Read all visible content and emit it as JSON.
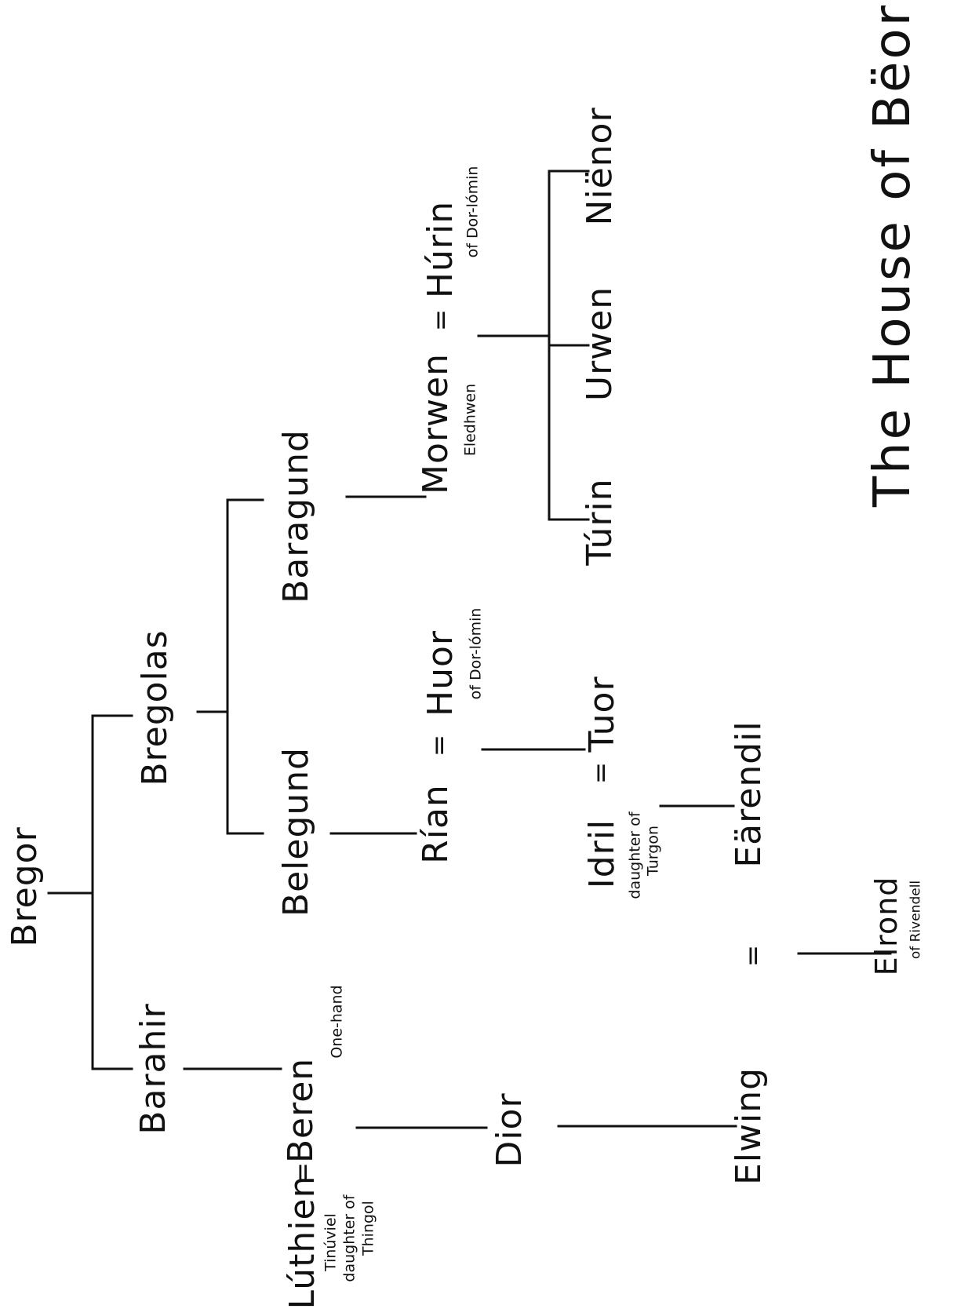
{
  "title": "The House of Bëor",
  "people": {
    "bregor": "Bregor",
    "barahir": "Barahir",
    "bregolas": "Bregolas",
    "belegund": "Belegund",
    "baragund": "Baragund",
    "luthien": "Lúthien",
    "luthien_note_1": "Tinúviel",
    "luthien_note_2": "daughter of",
    "luthien_note_3": "Thingol",
    "beren": "Beren",
    "beren_note": "One-hand",
    "dior": "Dior",
    "elwing": "Elwing",
    "rian": "Rían",
    "huor": "Huor",
    "huor_note": "of Dor-lómin",
    "morwen": "Morwen",
    "morwen_note": "Eledhwen",
    "hurin": "Húrin",
    "hurin_note": "of Dor-lómin",
    "idril": "Idril",
    "idril_note_1": "daughter of",
    "idril_note_2": "Turgon",
    "tuor": "Tuor",
    "earendil": "Eärendil",
    "elrond": "Elrond",
    "elrond_note": "of Rivendell",
    "turin": "Túrin",
    "urwen": "Urwen",
    "nienor": "Niënor"
  },
  "marriage_symbol": "="
}
